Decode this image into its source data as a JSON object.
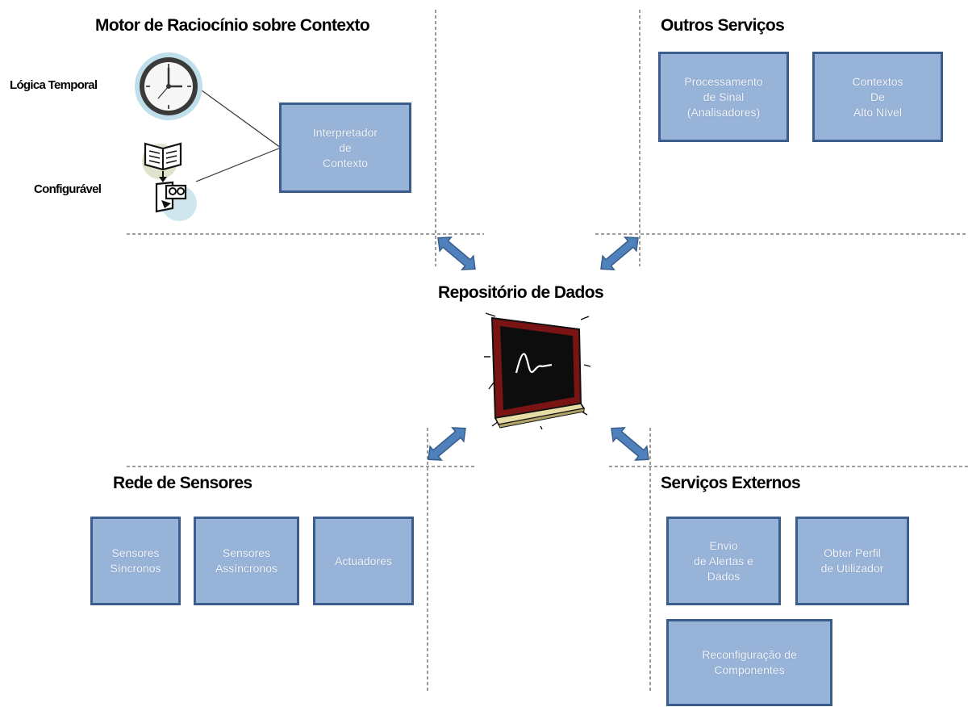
{
  "sections": {
    "reasoning": {
      "title": "Motor de Raciocínio sobre Contexto",
      "temporal_label": "Lógica Temporal",
      "configurable_label": "Configurável",
      "interpreter": "Interpretador\nde\nContexto"
    },
    "other_services": {
      "title": "Outros Serviços",
      "signal": "Processamento\nde Sinal\n(Analisadores)",
      "contexts": "Contextos\nDe\nAlto Nível"
    },
    "repository": {
      "title": "Repositório de Dados"
    },
    "sensor_network": {
      "title": "Rede de Sensores",
      "sync": "Sensores\nSíncronos",
      "async": "Sensores\nAssíncronos",
      "actuators": "Actuadores"
    },
    "external_services": {
      "title": "Serviços Externos",
      "alerts": "Envio\nde Alertas e\nDados",
      "profile": "Obter Perfil\nde Utilizador",
      "reconfig": "Reconfiguração de\nComponentes"
    }
  },
  "icons": {
    "clock": "clock-icon",
    "book": "book-icon",
    "computer": "computer-icon",
    "blackboard": "blackboard-icon",
    "arrow": "double-arrow-icon"
  },
  "colors": {
    "box_fill": "#98b3d8",
    "box_border": "#3a5d8e",
    "arrow_fill": "#4f81bd",
    "divider": "#666666"
  }
}
